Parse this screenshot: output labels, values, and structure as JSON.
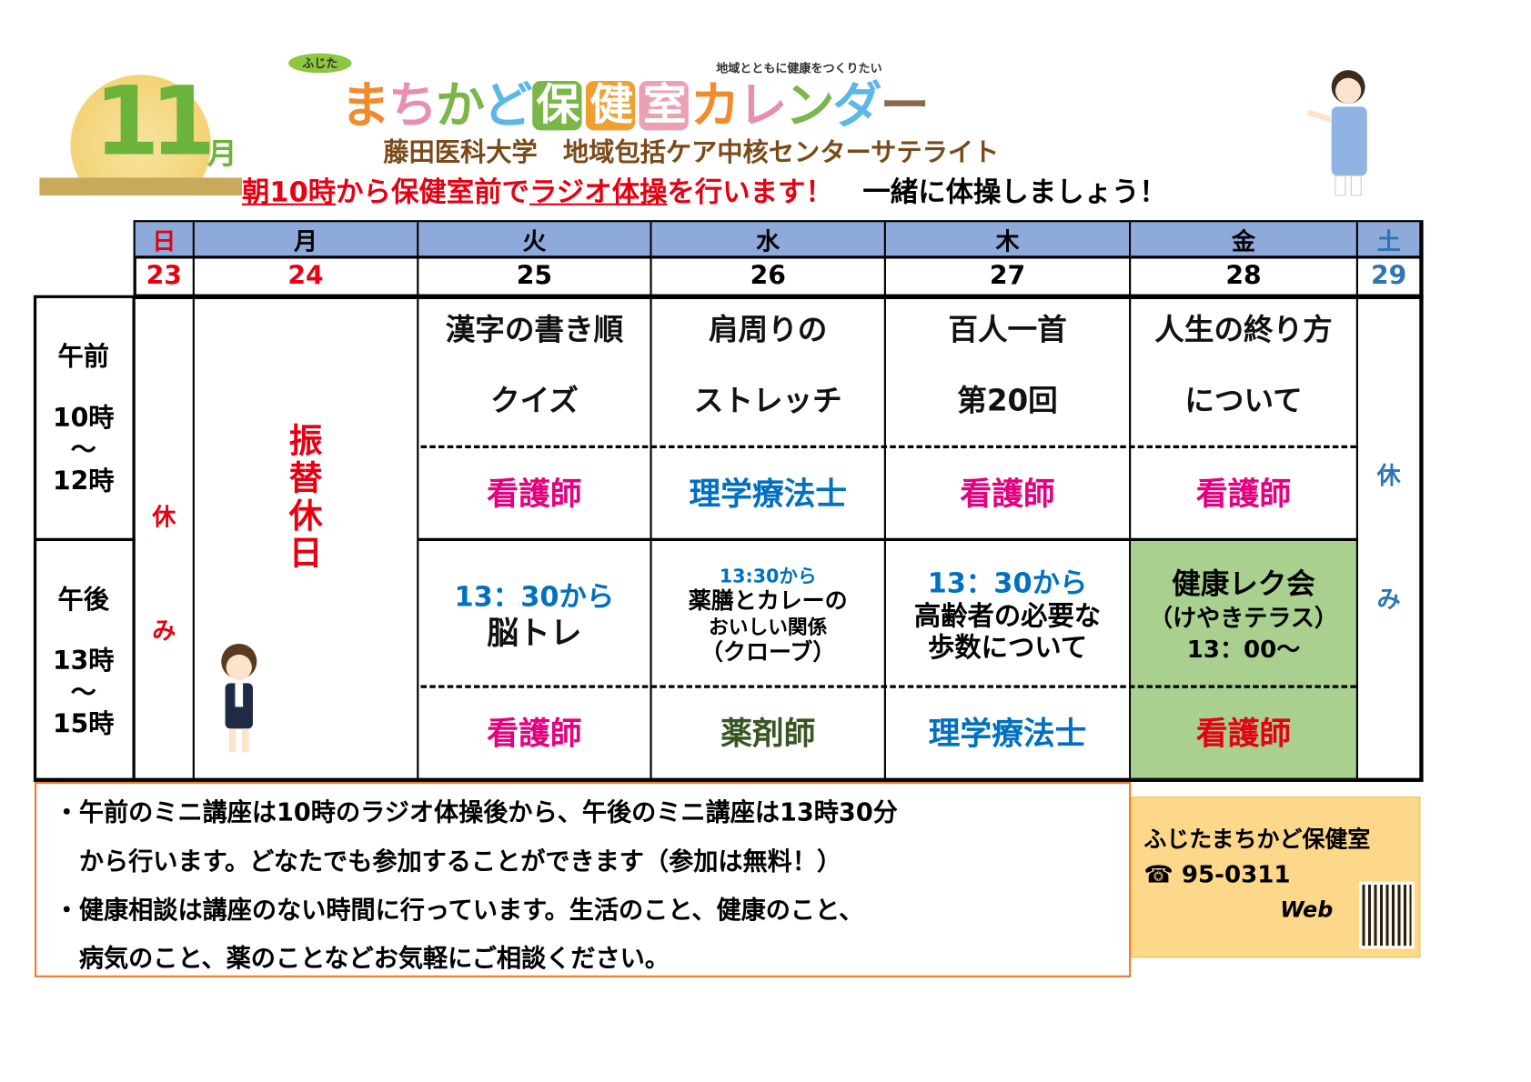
{
  "header": {
    "month_number": "11",
    "month_suffix": "月",
    "fujita": "ふじた",
    "tagline": "地域とともに健康をつくりたい",
    "title_parts": [
      {
        "t": "ま",
        "c": "#f08c2e"
      },
      {
        "t": "ち",
        "c": "#e78fb0"
      },
      {
        "t": "か",
        "c": "#7ab648"
      },
      {
        "t": "ど",
        "c": "#5bb7e5"
      }
    ],
    "title_boxes": [
      {
        "t": "保",
        "c": "#7ab648"
      },
      {
        "t": "健",
        "c": "#f0a030"
      },
      {
        "t": "室",
        "c": "#eba0b4"
      }
    ],
    "title_tail": [
      {
        "t": "カ",
        "c": "#f08c2e"
      },
      {
        "t": "レ",
        "c": "#e78fb0"
      },
      {
        "t": "ン",
        "c": "#7ab648"
      },
      {
        "t": "ダ",
        "c": "#5bb7e5"
      },
      {
        "t": "ー",
        "c": "#8a6a4a"
      }
    ],
    "subtitle": "藤田医科大学　地域包括ケア中核センターサテライト",
    "radio_a": "朝10時",
    "radio_b": "から保健室前で",
    "radio_c": "ラジオ体操",
    "radio_d": "を行います！",
    "radio_e": "一緒に体操しましょう！"
  },
  "weekdays": [
    "日",
    "月",
    "火",
    "水",
    "木",
    "金",
    "土"
  ],
  "dates": [
    "23",
    "24",
    "25",
    "26",
    "27",
    "28",
    "29"
  ],
  "time": {
    "am": "午前",
    "am_range": [
      "10時",
      "～",
      "12時"
    ],
    "pm": "午後",
    "pm_range": [
      "13時",
      "～",
      "15時"
    ]
  },
  "sunday": {
    "top": "休",
    "bottom": "み"
  },
  "saturday": {
    "top": "休",
    "bottom": "み"
  },
  "monday": "振替休日",
  "am": [
    {
      "topic": [
        "漢字の書き順",
        "クイズ"
      ],
      "role": "看護師",
      "rc": "pink"
    },
    {
      "topic": [
        "肩周りの",
        "ストレッチ"
      ],
      "role": "理学療法士",
      "rc": "sky"
    },
    {
      "topic": [
        "百人一首",
        "第20回"
      ],
      "role": "看護師",
      "rc": "pink"
    },
    {
      "topic": [
        "人生の終り方",
        "について"
      ],
      "role": "看護師",
      "rc": "pink"
    }
  ],
  "pm": {
    "tue": {
      "time": "13：30から",
      "topic": "脳トレ",
      "role": "看護師"
    },
    "wed": {
      "time": "13:30から",
      "lines": [
        "薬膳とカレーの",
        "おいしい関係",
        "（クローブ）"
      ],
      "role": "薬剤師"
    },
    "thu": {
      "time": "13：30から",
      "lines": [
        "高齢者の必要な",
        "歩数について"
      ],
      "role": "理学療法士"
    },
    "fri": {
      "lines": [
        "健康レク会",
        "（けやきテラス）",
        "13：00～"
      ],
      "role": "看護師"
    }
  },
  "notes": [
    "・午前のミニ講座は10時のラジオ体操後から、午後のミニ講座は13時30分",
    "　から行います。どなたでも参加することができます（参加は無料！）",
    "・健康相談は講座のない時間に行っています。生活のこと、健康のこと、",
    "　病気のこと、薬のことなどお気軽にご相談ください。"
  ],
  "contact": {
    "name": "ふじたまちかど保健室",
    "phone_icon": "☎",
    "phone": "95-0311",
    "web": "Web"
  }
}
